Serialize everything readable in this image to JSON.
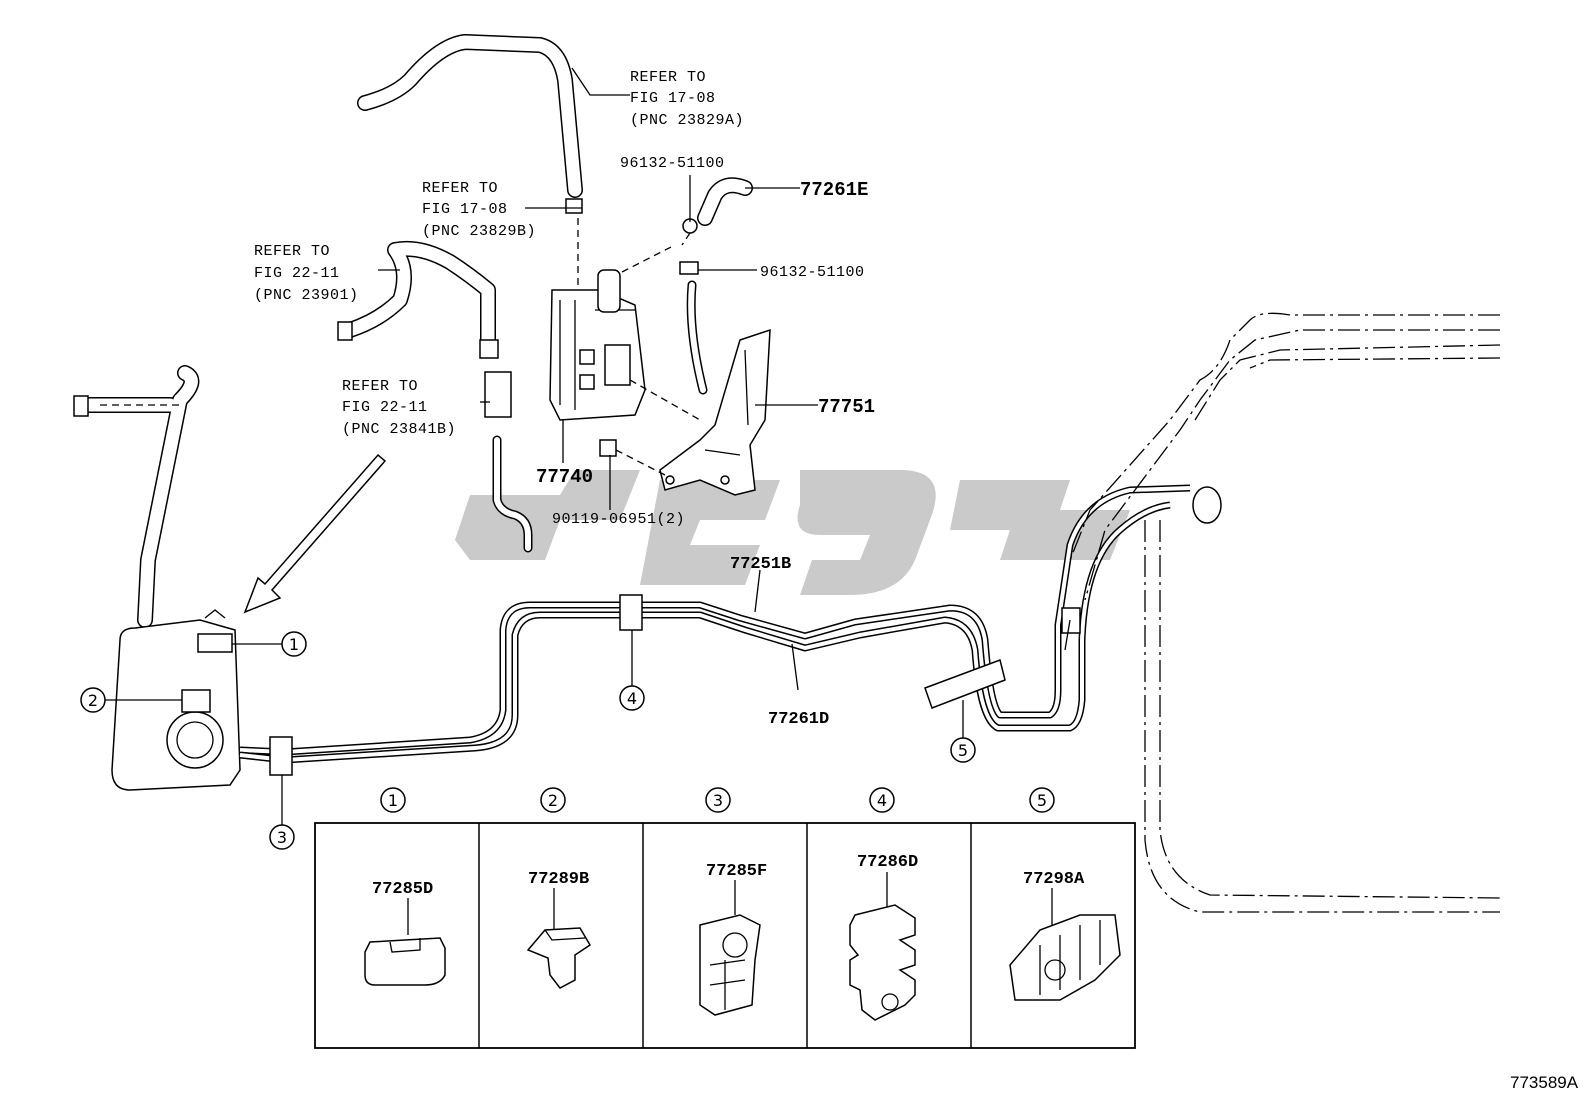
{
  "diagram_id": "773589A",
  "refs": {
    "r1": [
      "REFER TO",
      "FIG 17-08",
      "(PNC 23829A)"
    ],
    "r2": [
      "REFER TO",
      "FIG 17-08",
      "(PNC 23829B)"
    ],
    "r3": [
      "REFER TO",
      "FIG 22-11",
      "(PNC 23901)"
    ],
    "r4": [
      "REFER TO",
      "FIG 22-11",
      "(PNC 23841B)"
    ]
  },
  "parts": {
    "hose_top": "77261E",
    "clamp_a": "96132-51100",
    "clamp_b": "96132-51100",
    "bracket": "77751",
    "canister": "77740",
    "bolt": "90119-06951(2)",
    "tube_upper": "77251B",
    "tube_lower": "77261D"
  },
  "callouts": [
    "1",
    "2",
    "3",
    "4",
    "5"
  ],
  "clamp_table": [
    {
      "number": "1",
      "part": "77285D"
    },
    {
      "number": "2",
      "part": "77289B"
    },
    {
      "number": "3",
      "part": "77285F"
    },
    {
      "number": "4",
      "part": "77286D"
    },
    {
      "number": "5",
      "part": "77298A"
    }
  ]
}
